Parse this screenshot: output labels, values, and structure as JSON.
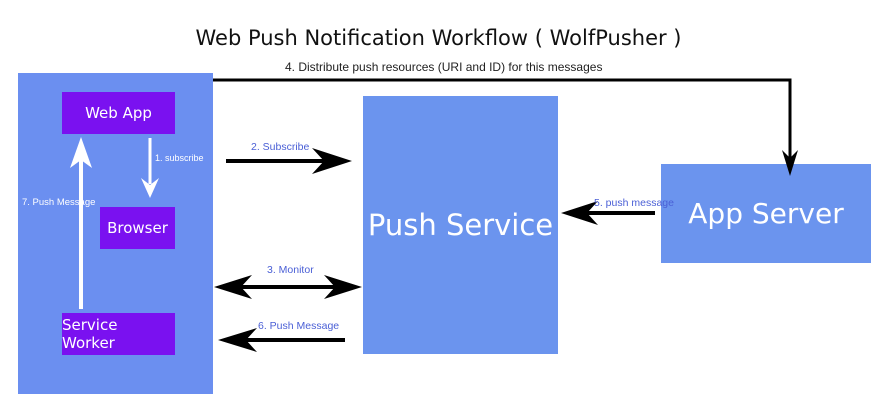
{
  "title": "Web Push Notification Workflow ( WolfPusher )",
  "colors": {
    "client_panel": "#6b8ff0",
    "component_purple": "#7a11f0",
    "service_box": "#6b94ee",
    "arrow_black": "#000000",
    "arrow_white": "#ffffff",
    "label_blue": "#4a5fd6"
  },
  "nodes": {
    "web_app": "Web App",
    "browser": "Browser",
    "service_worker": "Service Worker",
    "push_service": "Push Service",
    "app_server": "App Server"
  },
  "edges": {
    "subscribe_local": "1. subscribe",
    "subscribe": "2. Subscribe",
    "monitor": "3. Monitor",
    "distribute": "4. Distribute push resources (URI and ID) for this messages",
    "push_message_server": "5. push message",
    "push_message_service": "6. Push Message",
    "push_message_worker": "7. Push Message"
  }
}
